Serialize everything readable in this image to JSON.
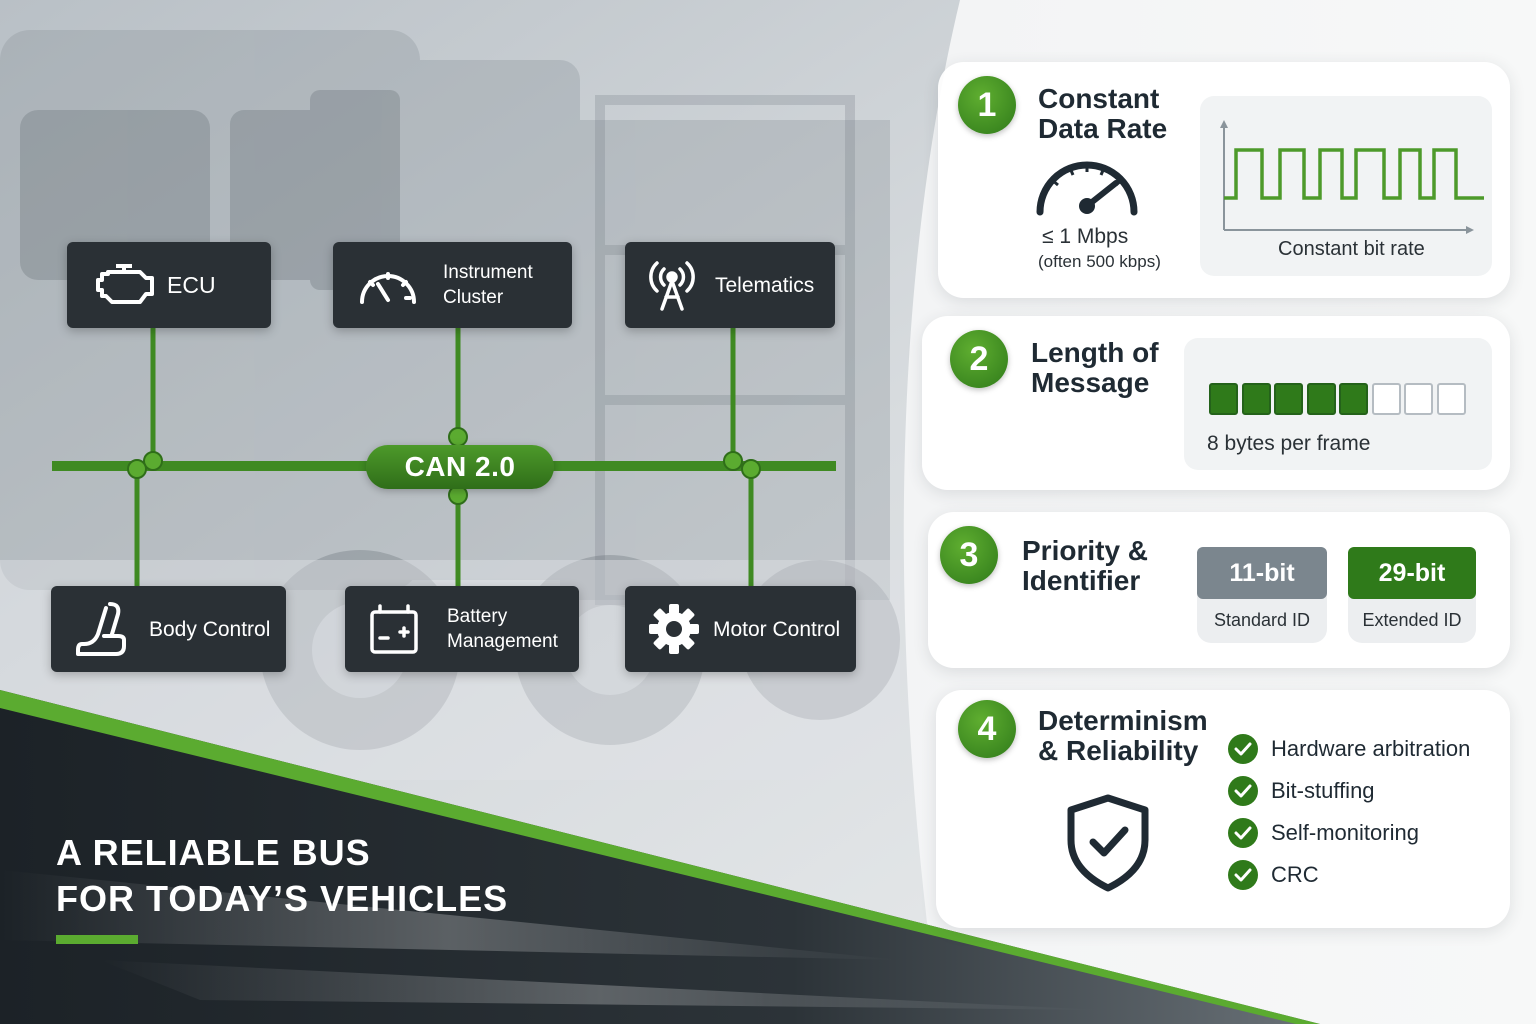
{
  "tagline": {
    "line1": "A RELIABLE BUS",
    "line2": "FOR TODAY’S VEHICLES"
  },
  "bus": {
    "label": "CAN 2.0",
    "nodes": {
      "ecu": {
        "label": "ECU",
        "icon": "engine-icon"
      },
      "instrument": {
        "label": "Instrument\nCluster",
        "icon": "gauge-icon"
      },
      "telematics": {
        "label": "Telematics",
        "icon": "antenna-icon"
      },
      "body": {
        "label": "Body Control",
        "icon": "seat-icon"
      },
      "battery": {
        "label": "Battery\nManagement",
        "icon": "battery-icon"
      },
      "motor": {
        "label": "Motor Control",
        "icon": "gear-icon"
      }
    }
  },
  "cards": {
    "rate": {
      "number": "1",
      "title": "Constant\nData Rate",
      "speed": "≤ 1 Mbps",
      "speed_note": "(often 500 kbps)",
      "graph_caption": "Constant bit rate"
    },
    "length": {
      "number": "2",
      "title": "Length of\nMessage",
      "bytes_filled": 5,
      "bytes_total": 8,
      "caption": "8 bytes per frame"
    },
    "priority": {
      "number": "3",
      "title": "Priority &\nIdentifier",
      "standard": {
        "value": "11-bit",
        "label": "Standard ID"
      },
      "extended": {
        "value": "29-bit",
        "label": "Extended ID"
      }
    },
    "reliability": {
      "number": "4",
      "title": "Determinism\n& Reliability",
      "items": [
        "Hardware arbitration",
        "Bit-stuffing",
        "Self-monitoring",
        "CRC"
      ]
    }
  },
  "colors": {
    "accent": "#4d9a2a",
    "accent_dark": "#2f7a1a",
    "node_bg": "#2a3035",
    "standard_id": "#7b868e"
  }
}
